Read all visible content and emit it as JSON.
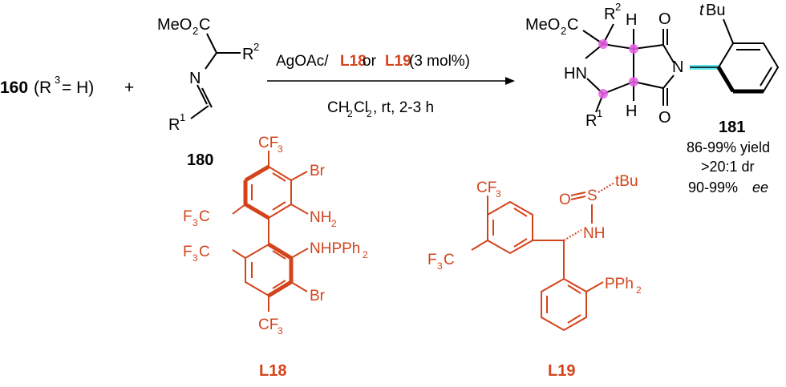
{
  "colors": {
    "ink": "#000000",
    "ligand": "#d4441c",
    "stereocenter": "#e85de8",
    "highlight_bond": "#5fe8f0"
  },
  "reactant_1": {
    "id": "160",
    "condition": "(R",
    "sup": "3",
    "condition_end": " = H)"
  },
  "plus": "+",
  "reactant_2": {
    "id": "180",
    "ester": "MeO",
    "ester_sub": "2",
    "ester_end": "C",
    "r2": "R",
    "r2_sup": "2",
    "n": "N",
    "r1": "R",
    "r1_sup": "1"
  },
  "arrow": {
    "above_1": "AgOAc/",
    "above_l18": "L18",
    "above_or": " or ",
    "above_l19": "L19",
    "above_2": " (3 mol%)",
    "below_a": "CH",
    "below_sub1": "2",
    "below_b": "Cl",
    "below_sub2": "2",
    "below_c": ", rt, 2-3 h"
  },
  "product": {
    "id": "181",
    "ester": "MeO",
    "ester_sub": "2",
    "ester_end": "C",
    "r2": "R",
    "r2_sup": "2",
    "h_top": "H",
    "h_bottom": "H",
    "o_top": "O",
    "o_bottom": "O",
    "n_imide": "N",
    "hn": "HN",
    "r1": "R",
    "r1_sup": "1",
    "tbu_t": "t",
    "tbu_rest": "Bu",
    "yield": "86-99% yield",
    "dr": ">20:1 dr",
    "ee_num": "90-99% ",
    "ee_unit": "ee"
  },
  "l18": {
    "id": "L18",
    "cf3_top": "CF",
    "cf3_bottom": "CF",
    "cf3_left1": "F",
    "cf3_left2": "F",
    "three": "3",
    "c": "C",
    "br_top": "Br",
    "br_bottom": "Br",
    "nh2": "NH",
    "two": "2",
    "nhpph2": "NHPPh"
  },
  "l19": {
    "id": "L19",
    "cf3_top": "CF",
    "three": "3",
    "cf3_left": "F",
    "c": "C",
    "o": "O",
    "s": "S",
    "tbu": "tBu",
    "nh": "NH",
    "pph2": "PPh",
    "two": "2"
  }
}
